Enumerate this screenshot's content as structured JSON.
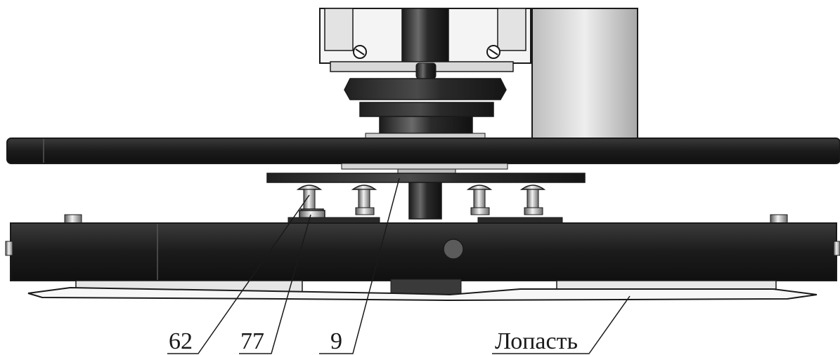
{
  "callouts": [
    {
      "label": "62",
      "target": "bolt-head"
    },
    {
      "label": "77",
      "target": "nut"
    },
    {
      "label": "9",
      "target": "flange-disc"
    },
    {
      "label": "Лопасть",
      "target": "blade"
    }
  ],
  "colors": {
    "background": "#ffffff",
    "dark_part": "#1c1c1c",
    "mid_part": "#3a3a3a",
    "light_part": "#cfcfcf",
    "line": "#1a1a1a"
  }
}
